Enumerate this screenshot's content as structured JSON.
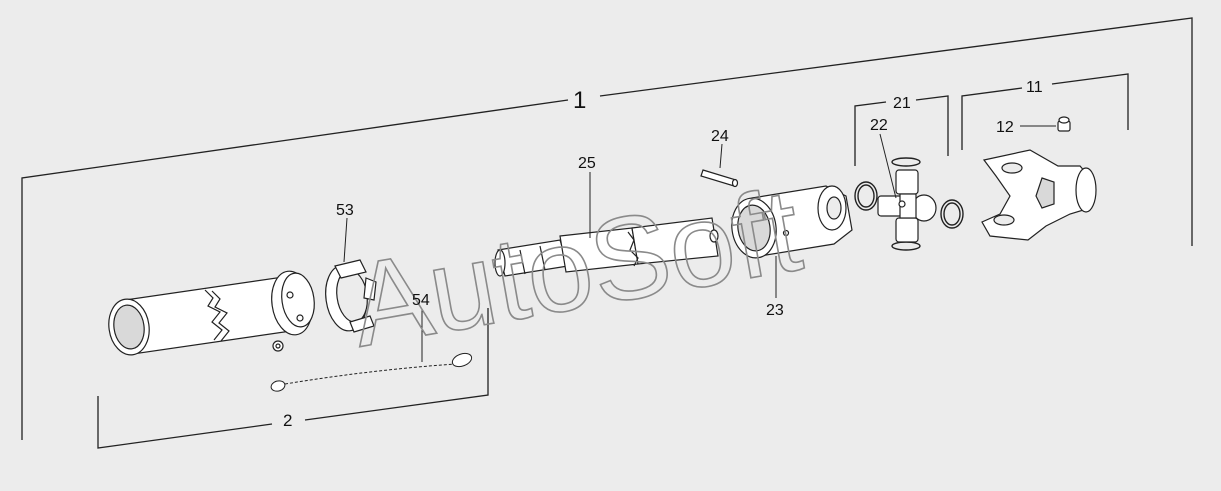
{
  "watermark": "AutoSoft",
  "labels": {
    "l1": "1",
    "l2": "2",
    "l11": "11",
    "l12": "12",
    "l21": "21",
    "l22": "22",
    "l23": "23",
    "l24": "24",
    "l25": "25",
    "l53": "53",
    "l54": "54"
  },
  "colors": {
    "background": "#ececec",
    "line": "#222222",
    "part_fill": "#ffffff",
    "shade": "#d9d9d9",
    "watermark": "#8a8a8a"
  }
}
